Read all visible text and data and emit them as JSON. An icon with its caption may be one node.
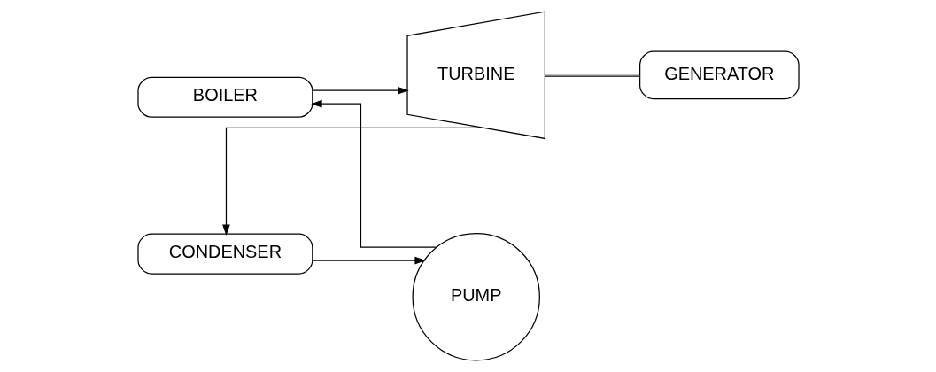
{
  "diagram": {
    "nodes": [
      {
        "text": [
          "BOILER"
        ]
      },
      {
        "text": [
          "PUMP"
        ]
      },
      {
        "text": [
          "TURBINE"
        ]
      },
      {
        "text": [
          "GENERATOR"
        ]
      },
      {
        "text": [
          "CONDENSER"
        ]
      }
    ],
    "edges": [
      {
        "from": 1,
        "to": 0,
        "arrow": "to"
      },
      {
        "from": 0,
        "to": 2,
        "arrow": "to"
      },
      {
        "from": 2,
        "to": 4,
        "arrow": "to"
      },
      {
        "from": 4,
        "to": 1,
        "arrow": "to"
      },
      {
        "from": 2,
        "to": 3,
        "arrow": "none"
      }
    ]
  }
}
